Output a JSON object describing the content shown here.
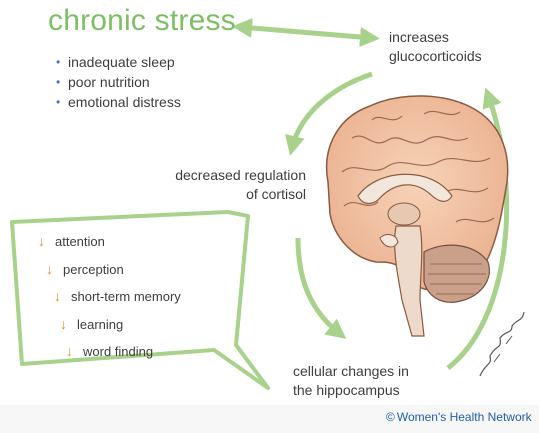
{
  "title": "chronic stress",
  "causes": [
    "inadequate sleep",
    "poor nutrition",
    "emotional distress"
  ],
  "nodes": {
    "increases": [
      "increases",
      "glucocorticoids"
    ],
    "decreased": [
      "decreased regulation",
      "of cortisol"
    ],
    "cellular": [
      "cellular changes in",
      "the hippocampus"
    ]
  },
  "effects": {
    "arrow_glyph": "↓",
    "items": [
      "attention",
      "perception",
      "short-term memory",
      "learning",
      "word finding"
    ]
  },
  "credit": {
    "symbol": "©",
    "text": "Women's Health Network"
  },
  "colors": {
    "arrow_green": "#a8d18b",
    "title_green": "#7fbf63",
    "down_arrow": "#e8901f",
    "bullet_blue": "#3d7bbf",
    "credit_blue": "#1f5fa8"
  },
  "icons": [
    "brain-illustration",
    "cycle-arrow",
    "speech-bubble",
    "down-arrow-icon",
    "artist-signature"
  ]
}
